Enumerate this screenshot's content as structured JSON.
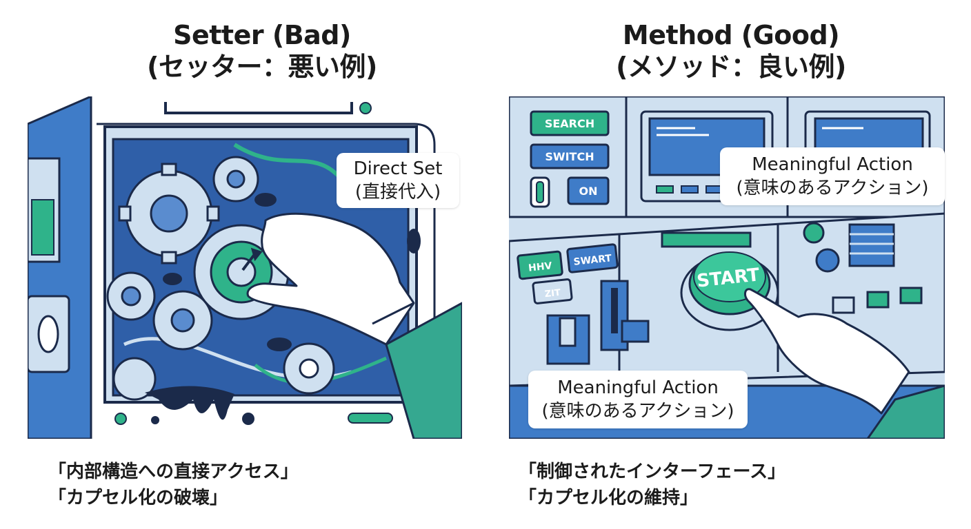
{
  "left": {
    "title": "Setter (Bad)",
    "subtitle": "(セッター：悪い例)",
    "label_line1": "Direct Set",
    "label_line2": "(直接代入)",
    "caption_line1": "「内部構造への直接アクセス」",
    "caption_line2": "「カプセル化の破壊」"
  },
  "right": {
    "title": "Method (Good)",
    "subtitle": "(メソッド：良い例)",
    "label_top_line1": "Meaningful Action",
    "label_top_line2": "(意味のあるアクション)",
    "label_bottom_line1": "Meaningful Action",
    "label_bottom_line2": "(意味のあるアクション)",
    "caption_line1": "「制御されたインターフェース」",
    "caption_line2": "「カプセル化の維持」",
    "buttons": {
      "search": "SEARCH",
      "switch": "SWITCH",
      "on": "ON",
      "hhv": "HHV",
      "swart": "SWART",
      "zit": "ZIT",
      "start": "START"
    }
  },
  "colors": {
    "blue_dark": "#2f5fa8",
    "blue_mid": "#3f7cc8",
    "blue_light": "#cfe0f0",
    "green": "#2fb38a",
    "teal_sleeve": "#35a890",
    "ink": "#1b2a4a"
  }
}
